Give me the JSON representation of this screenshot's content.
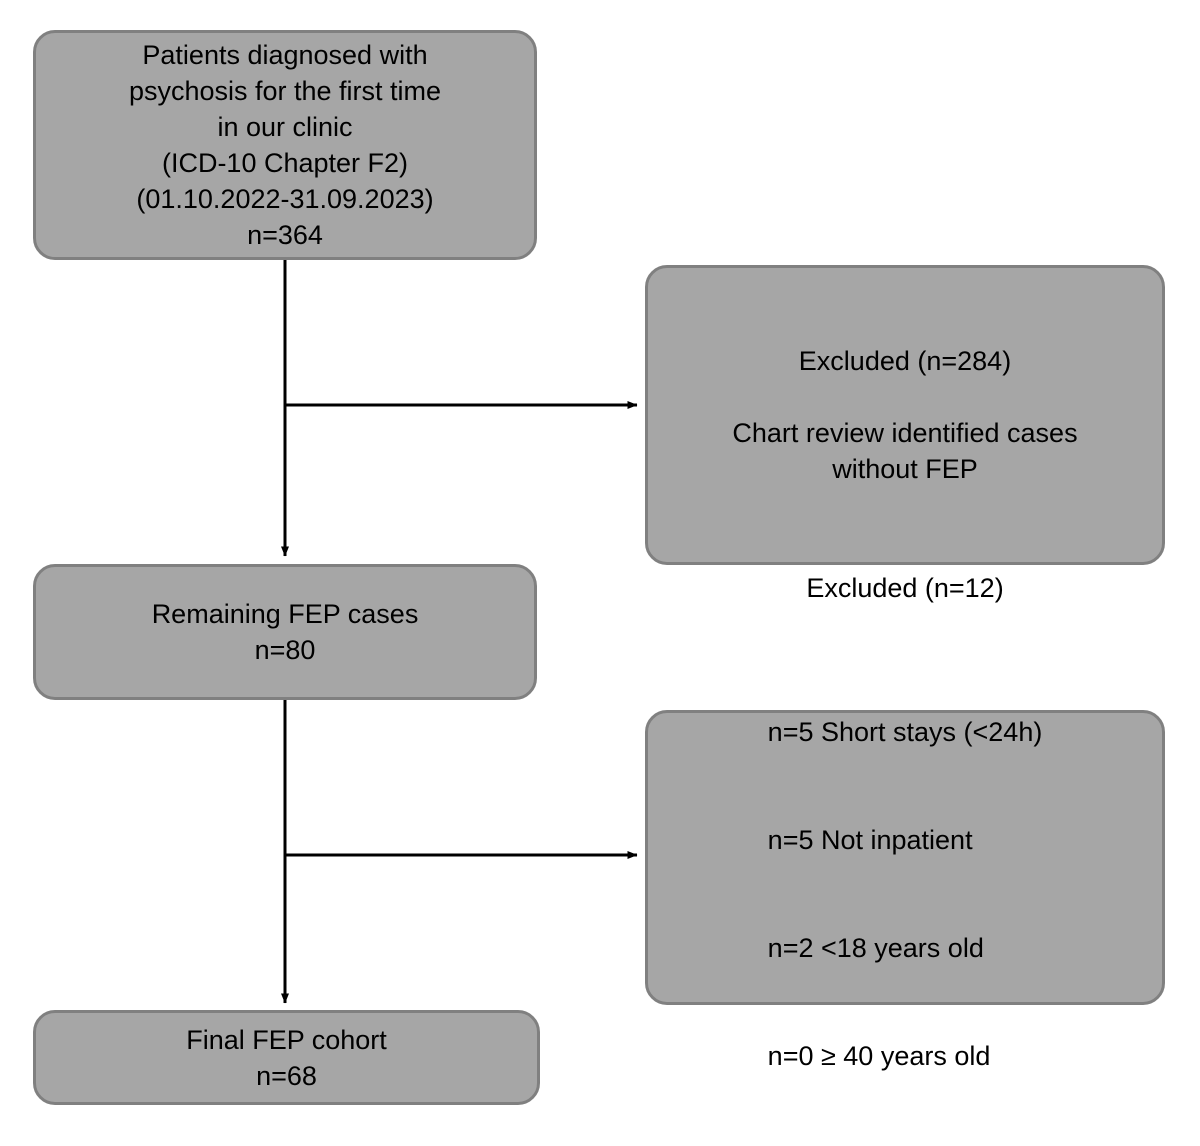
{
  "diagram": {
    "type": "flowchart",
    "title": "FEP cohort selection flow diagram",
    "colors": {
      "node_fill": "#a6a6a6",
      "node_border": "#808080",
      "connector": "#000000",
      "background": "#ffffff",
      "text": "#000000"
    }
  },
  "nodes": {
    "source": {
      "lines": [
        "Patients diagnosed with",
        "psychosis for the first time",
        "in our clinic",
        "(ICD-10 Chapter F2)",
        "(01.10.2022-31.09.2023)",
        "n=364"
      ],
      "count": 364
    },
    "excluded_1": {
      "heading": "Excluded (n=284)",
      "count": 284,
      "body_lines": [
        "Chart review identified cases",
        "without FEP"
      ]
    },
    "remaining": {
      "lines": [
        "Remaining FEP cases",
        "n=80"
      ],
      "count": 80
    },
    "excluded_2": {
      "heading": "Excluded (n=12)",
      "count": 12,
      "reasons": [
        "n=5 Short stays (<24h)",
        "n=5 Not inpatient",
        "n=2 <18 years old",
        "n=0 ≥ 40 years old"
      ]
    },
    "final": {
      "lines": [
        "Final FEP cohort",
        "n=68"
      ],
      "count": 68
    }
  }
}
